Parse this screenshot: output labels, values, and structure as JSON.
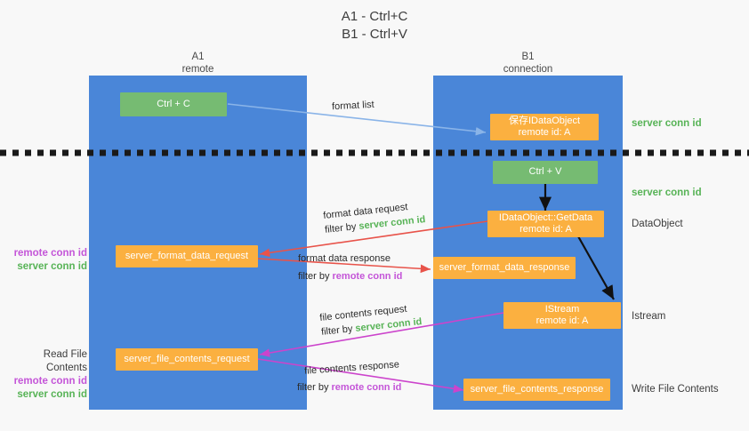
{
  "title": "A1 - Ctrl+C\nB1 - Ctrl+V",
  "colors": {
    "lane_blue": "#4a86d8",
    "node_green": "#76bb72",
    "node_orange": "#fbb040",
    "server_conn_green": "#57b356",
    "remote_conn_purple": "#c455d8",
    "arrow_blue": "#8ab4e8",
    "arrow_red": "#e8534a",
    "arrow_magenta": "#cc44cc",
    "arrow_black": "#111111",
    "background": "#f8f8f8"
  },
  "columns": {
    "a1": {
      "header": "A1\nremote"
    },
    "b1": {
      "header": "B1\nconnection"
    }
  },
  "nodes": {
    "ctrl_c": "Ctrl + C",
    "ctrl_v": "Ctrl + V",
    "idataobject": "保存IDataObject\nremote id: A",
    "getdata": "IDataObject::GetData\nremote id: A",
    "istream": "IStream\nremote id: A",
    "format_data_request": "server_format_data_request",
    "format_data_response": "server_format_data_response",
    "file_contents_request": "server_file_contents_request",
    "file_contents_response": "server_file_contents_response"
  },
  "edge_labels": {
    "format_list": "format list",
    "format_data_request": "format data request",
    "format_data_request_filter_prefix": "filter by ",
    "format_data_request_filter_value": "server conn id",
    "format_data_response": "format data response",
    "format_data_response_filter_prefix": "filter by ",
    "format_data_response_filter_value": "remote conn id",
    "file_contents_request": "file contents request",
    "file_contents_request_filter_prefix": "filter by ",
    "file_contents_request_filter_value": "server conn id",
    "file_contents_response": "file contents response",
    "file_contents_response_filter_prefix": "filter by ",
    "file_contents_response_filter_value": "remote conn id"
  },
  "right_labels": {
    "server_conn_id_top": "server conn id",
    "server_conn_id_mid": "server conn id",
    "dataobject": "DataObject",
    "istream": "Istream",
    "write_file_contents": "Write File Contents"
  },
  "left_labels": {
    "remote_conn_id_1": "remote conn id",
    "server_conn_id_1": "server conn id",
    "read_file_contents": "Read File Contents",
    "remote_conn_id_2": "remote conn id",
    "server_conn_id_2": "server conn id"
  }
}
